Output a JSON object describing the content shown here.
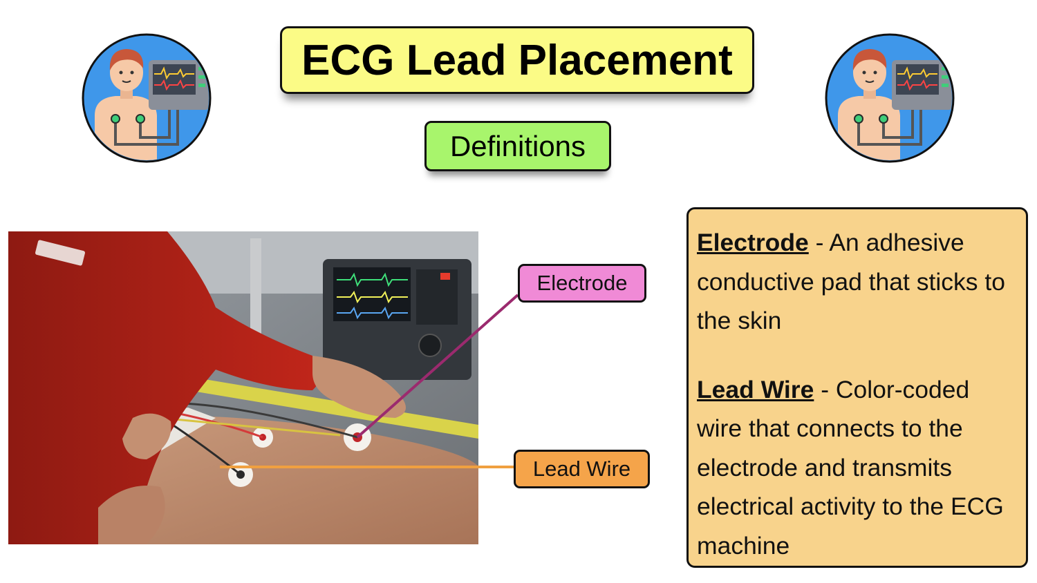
{
  "title": "ECG Lead Placement",
  "subtitle": "Definitions",
  "icons": {
    "left": "patient-ecg-monitor-icon",
    "right": "patient-ecg-monitor-icon"
  },
  "callouts": {
    "electrode": "Electrode",
    "lead_wire": "Lead Wire"
  },
  "colors": {
    "title_bg": "#fbfb86",
    "subtitle_bg": "#a8f56c",
    "electrode_callout": "#f08ad6",
    "lead_wire_callout": "#f5a44a",
    "definitions_bg": "#f8d38c",
    "electrode_line": "#9b2a6e",
    "lead_wire_line": "#f0a040"
  },
  "definitions": [
    {
      "term": "Electrode",
      "text": " - An adhesive conductive pad that sticks to the skin"
    },
    {
      "term": "Lead Wire",
      "text": " - Color-coded wire that connects to the electrode and transmits electrical activity to the ECG machine"
    }
  ]
}
